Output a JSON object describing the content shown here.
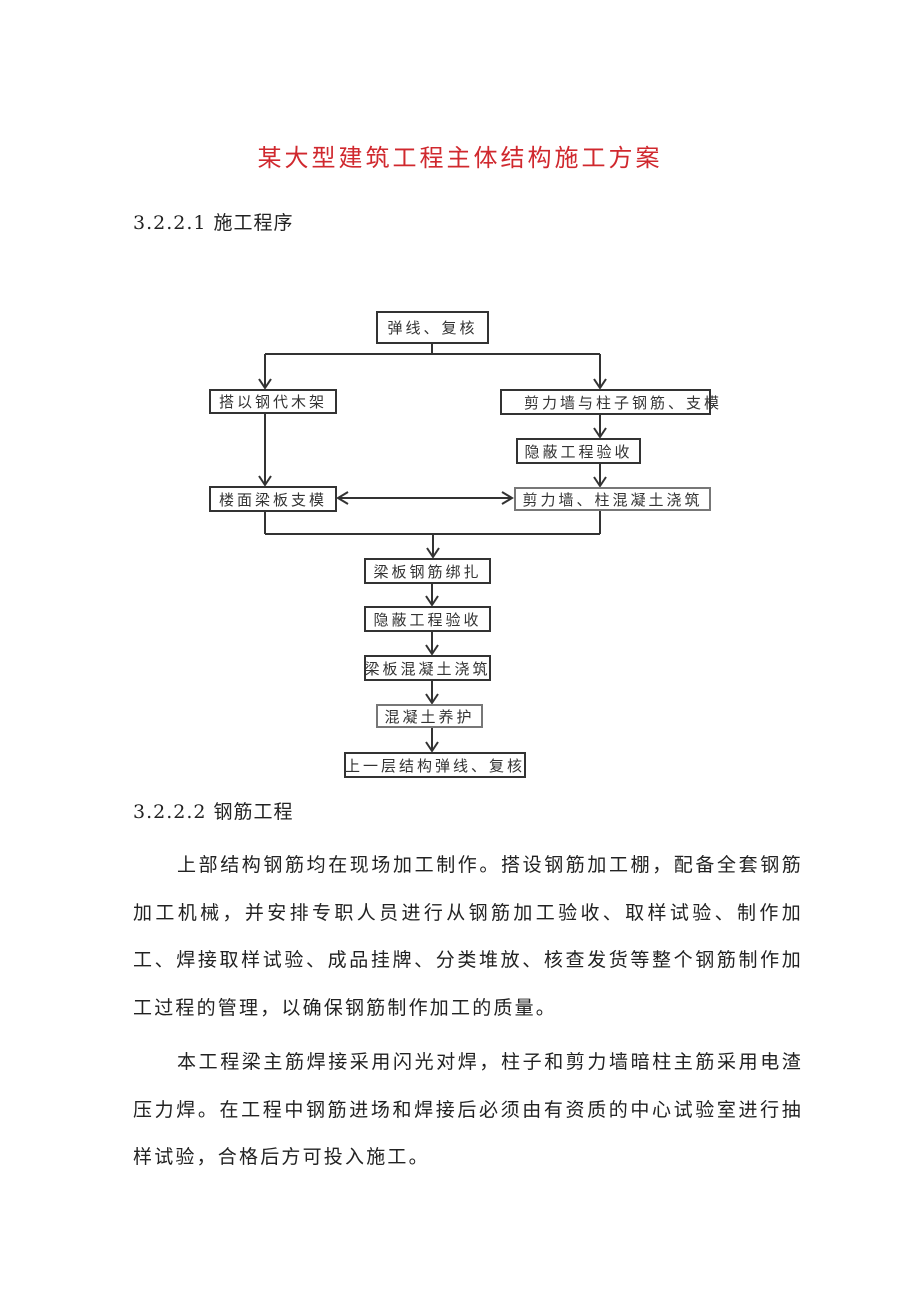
{
  "document": {
    "title": "某大型建筑工程主体结构施工方案",
    "title_color": "#d0282e"
  },
  "sections": [
    {
      "heading": "3.2.2.1 施工程序"
    },
    {
      "heading": "3.2.2.2 钢筋工程",
      "paragraphs": [
        "上部结构钢筋均在现场加工制作。搭设钢筋加工棚，配备全套钢筋加工机械，并安排专职人员进行从钢筋加工验收、取样试验、制作加工、焊接取样试验、成品挂牌、分类堆放、核查发货等整个钢筋制作加工过程的管理，以确保钢筋制作加工的质量。",
        "本工程梁主筋焊接采用闪光对焊，柱子和剪力墙暗柱主筋采用电渣压力焊。在工程中钢筋进场和焊接后必须由有资质的中心试验室进行抽样试验，合格后方可投入施工。"
      ]
    }
  ],
  "flowchart": {
    "nodes": [
      {
        "id": "n1",
        "label": "弹线、复核"
      },
      {
        "id": "n2",
        "label": "搭以钢代木架"
      },
      {
        "id": "n3",
        "label": "剪力墙与柱子钢筋、支模"
      },
      {
        "id": "n4",
        "label": "隐蔽工程验收"
      },
      {
        "id": "n5",
        "label": "楼面梁板支模"
      },
      {
        "id": "n6",
        "label": "剪力墙、柱混凝土浇筑"
      },
      {
        "id": "n7",
        "label": "梁板钢筋绑扎"
      },
      {
        "id": "n8",
        "label": "隐蔽工程验收"
      },
      {
        "id": "n9",
        "label": "梁板混凝土浇筑"
      },
      {
        "id": "n10",
        "label": "混凝土养护"
      },
      {
        "id": "n11",
        "label": "上一层结构弹线、复核"
      }
    ],
    "edges": [
      {
        "from": "n1",
        "to": "n2"
      },
      {
        "from": "n1",
        "to": "n3"
      },
      {
        "from": "n2",
        "to": "n5"
      },
      {
        "from": "n3",
        "to": "n4"
      },
      {
        "from": "n4",
        "to": "n6"
      },
      {
        "from": "n5",
        "to": "n6",
        "bidirectional": true
      },
      {
        "from": "n5",
        "to": "n7"
      },
      {
        "from": "n6",
        "to": "n7"
      },
      {
        "from": "n7",
        "to": "n8"
      },
      {
        "from": "n8",
        "to": "n9"
      },
      {
        "from": "n9",
        "to": "n10"
      },
      {
        "from": "n10",
        "to": "n11"
      }
    ]
  }
}
